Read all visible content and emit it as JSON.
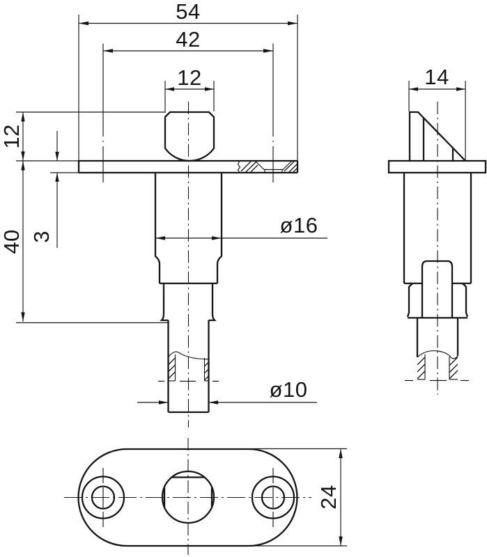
{
  "drawing": {
    "description": "Technical drawing of a flanged stud / bolt with oval mounting plate, three orthographic views",
    "background_color": "#ffffff",
    "line_color": "#141414",
    "dimensions": {
      "overall_width": "54",
      "hole_spacing": "42",
      "head_width": "12",
      "head_height": "12",
      "shank_length": "40",
      "flange_thickness": "3",
      "shaft_diameter": "ø16",
      "tip_diameter": "ø10",
      "head_depth": "14",
      "plate_depth": "24"
    }
  }
}
